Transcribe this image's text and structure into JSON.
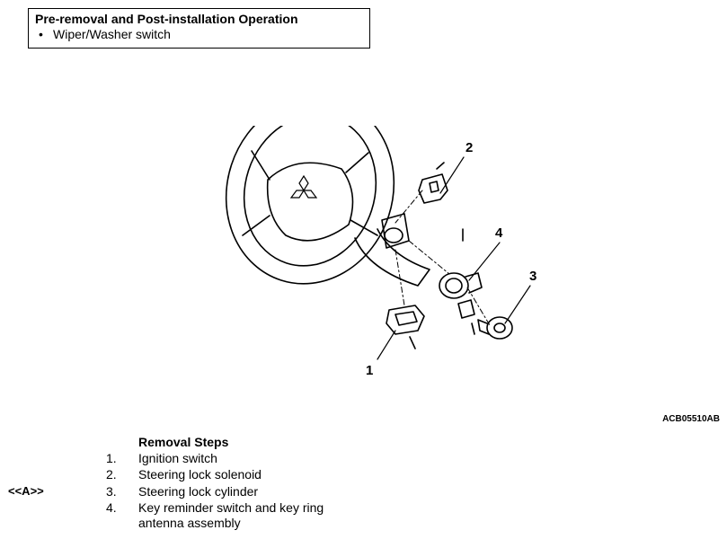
{
  "info_box": {
    "title": "Pre-removal and Post-installation Operation",
    "items": [
      "Wiper/Washer switch"
    ]
  },
  "figure": {
    "code": "ACB05510AB",
    "callouts": [
      "1",
      "2",
      "3",
      "4"
    ]
  },
  "removal": {
    "title": "Removal Steps",
    "steps": [
      {
        "num": "1.",
        "text": "Ignition switch"
      },
      {
        "num": "2.",
        "text": "Steering lock solenoid"
      },
      {
        "num": "3.",
        "text": "Steering lock cylinder",
        "tag": "<<A>>"
      },
      {
        "num": "4.",
        "text": "Key reminder switch and key ring",
        "text2": "antenna assembly"
      }
    ]
  }
}
